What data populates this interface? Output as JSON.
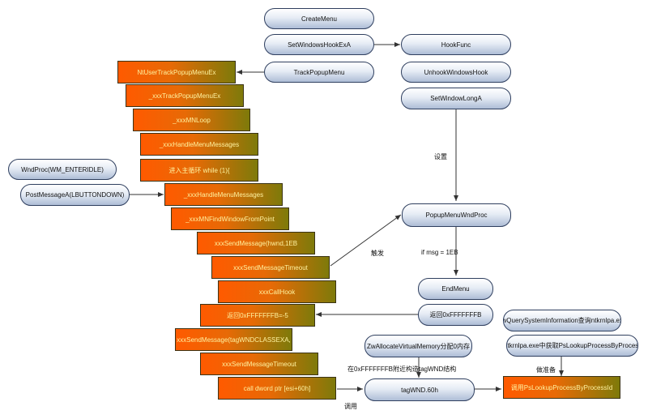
{
  "nodes": {
    "create_menu": "CreateMenu",
    "set_windows_hook": "SetWindowsHookExA",
    "hook_func": "HookFunc",
    "track_popup_menu": "TrackPopupMenu",
    "unhook_windows_hook": "UnhookWindowsHook",
    "set_window_long": "SetWindowLongA",
    "wndproc_enteridle": "WndProc(WM_ENTERIDLE)",
    "post_message": "PostMessageA(LBUTTONDOWN)",
    "popup_menu_wndproc": "PopupMenuWndProc",
    "end_menu": "EndMenu",
    "return_fffffffb": "返回0xFFFFFFFB",
    "zw_query_system_info": "ZwQuerySystemInformation查询ntkrnlpa.exe",
    "zw_allocate_vm": "ZwAllocateVirtualMemory分配0内存",
    "get_ps_lookup": "在ntkrnlpa.exe中获取PsLookupProcessByProcessId",
    "tagwnd": "tagWND.60h",
    "stack": [
      "NtUserTrackPopupMenuEx",
      "_xxxTrackPopupMenuEx",
      "_xxxMNLoop",
      "_xxxHandleMenuMessages",
      "进入主循环 while (1){",
      "_xxxHandleMenuMessages",
      "_xxxMNFindWindowFromPoint",
      "xxxSendMessage(hwnd,1EB",
      "xxxSendMessageTimeout",
      "xxxCallHook",
      "返回0xFFFFFFFB=-5",
      "xxxSendMessage(tagWNDCLASSEXA,",
      "xxxSendMessageTimeout",
      "call    dword ptr [esi+60h]"
    ],
    "call_ps_lookup": "调用PsLookupProcessByProcessId"
  },
  "labels": {
    "set": "设置",
    "trigger": "触发",
    "if_msg": "if msg = 1EB",
    "build_tagwnd": "在0xFFFFFFFB附近构造tagWND结构",
    "prepare": "做准备",
    "invoke": "调用"
  },
  "colors": {
    "pill_border": "#2f3f5f",
    "rect_orange": "#ff5a00",
    "rect_olive": "#7e7a0a",
    "rect_text": "#fff3a0",
    "line": "#333333"
  }
}
